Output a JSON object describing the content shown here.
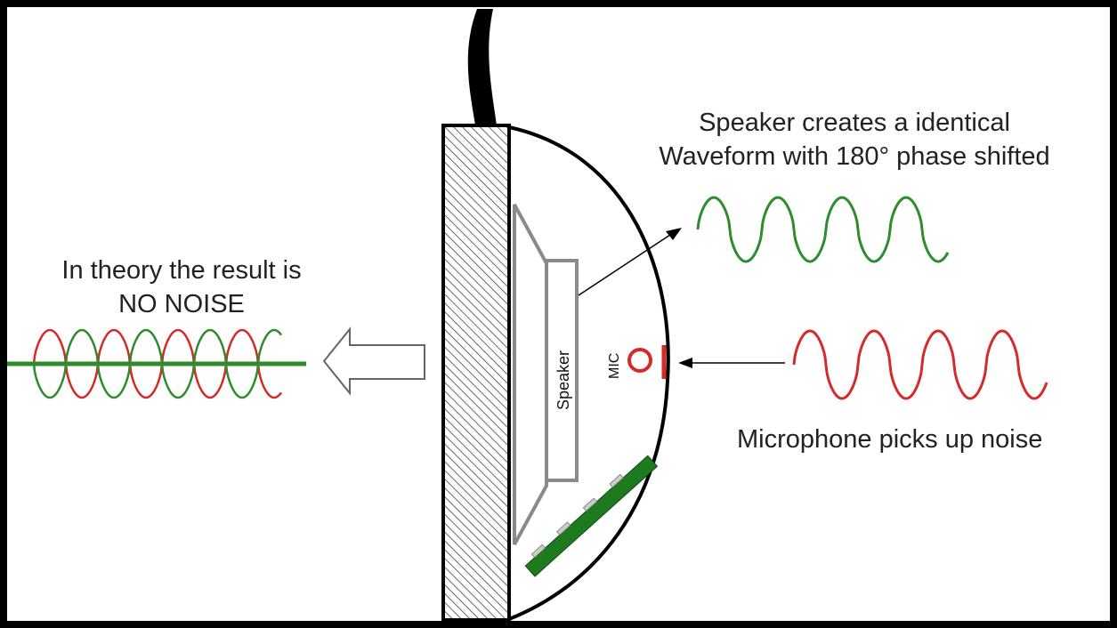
{
  "labels": {
    "result_line_1": "In theory the result is",
    "result_line_2": "NO NOISE",
    "speaker_line_1": "Speaker creates a identical",
    "speaker_line_2": "Waveform with 180° phase shifted",
    "mic_caption": "Microphone picks up noise",
    "speaker": "Speaker",
    "mic": "MIC"
  },
  "colors": {
    "noise_wave": "#d42a2a",
    "anti_noise_wave": "#2e8b2e",
    "circuit_board": "#1e7a1e",
    "housing": "#000000",
    "speaker_outline": "#8a8a8a"
  }
}
